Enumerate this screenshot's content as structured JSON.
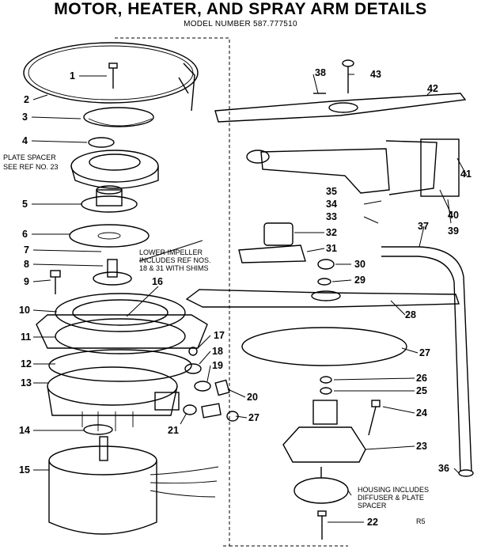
{
  "title": "MOTOR, HEATER, AND SPRAY ARM DETAILS",
  "model": "MODEL NUMBER 587.777510",
  "notes": {
    "plate_spacer_1": "PLATE SPACER",
    "plate_spacer_2": "SEE REF NO. 23",
    "impeller_1": "LOWER IMPELLER",
    "impeller_2": "INCLUDES REF NOS.",
    "impeller_3": "18 & 31 WITH SHIMS",
    "housing_1": "HOUSING INCLUDES",
    "housing_2": "DIFFUSER & PLATE",
    "housing_3": "SPACER",
    "corner_code": "R5"
  },
  "callouts": [
    "1",
    "2",
    "3",
    "4",
    "5",
    "6",
    "7",
    "8",
    "9",
    "10",
    "11",
    "12",
    "13",
    "14",
    "15",
    "16",
    "17",
    "18",
    "19",
    "20",
    "21",
    "27",
    "22",
    "23",
    "24",
    "25",
    "26",
    "27",
    "28",
    "29",
    "30",
    "31",
    "32",
    "33",
    "34",
    "35",
    "36",
    "37",
    "38",
    "39",
    "40",
    "41",
    "42",
    "43"
  ]
}
